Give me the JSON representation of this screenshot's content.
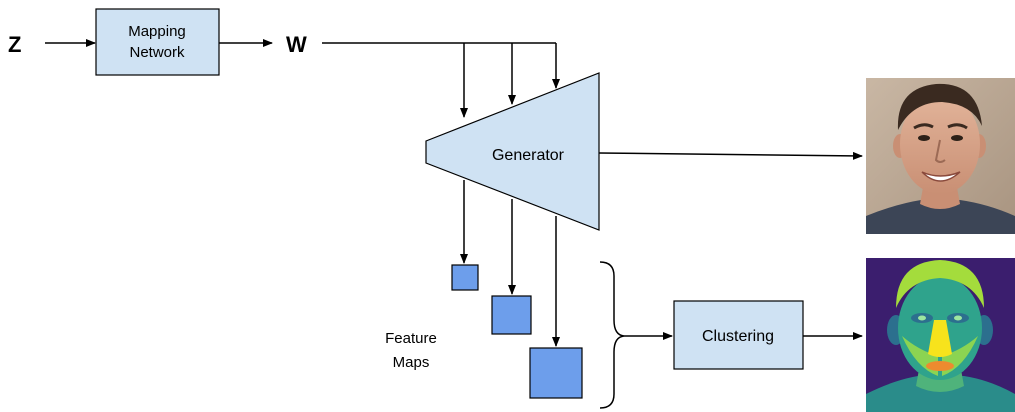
{
  "labels": {
    "z": "Z",
    "w": "W",
    "mapping_line1": "Mapping",
    "mapping_line2": "Network",
    "generator": "Generator",
    "feature_line1": "Feature",
    "feature_line2": "Maps",
    "clustering": "Clustering"
  },
  "colors": {
    "block_fill": "#cfe2f3",
    "feature_map_fill": "#6d9eeb",
    "stroke": "#000000"
  },
  "images": {
    "face": "face-photo",
    "segmentation": "segmentation-map"
  }
}
